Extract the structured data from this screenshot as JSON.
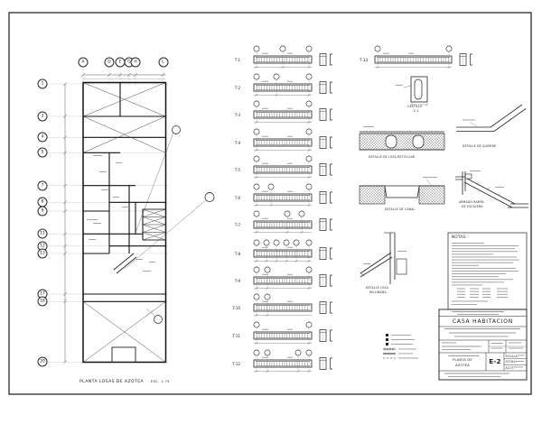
{
  "plan": {
    "caption": "PLANTA LOSAS DE AZOTEA",
    "scale_note": "ESC. 1:75",
    "column_grid": [
      "A",
      "D",
      "E",
      "G",
      "H",
      "L"
    ],
    "row_grid": [
      "1",
      "3",
      "4",
      "5",
      "7",
      "8",
      "9",
      "11",
      "12",
      "13",
      "17",
      "18",
      "20"
    ]
  },
  "beams": {
    "items": [
      {
        "label": "T-1"
      },
      {
        "label": "T-2"
      },
      {
        "label": "T-3"
      },
      {
        "label": "T-4"
      },
      {
        "label": "T-5"
      },
      {
        "label": "T-6"
      },
      {
        "label": "T-7"
      },
      {
        "label": "T-8"
      },
      {
        "label": "T-9"
      },
      {
        "label": "T-10"
      },
      {
        "label": "T-11"
      },
      {
        "label": "T-12"
      }
    ],
    "extra": {
      "label": "T-13"
    }
  },
  "details": {
    "castillo": {
      "line1": "CASTILLO",
      "line2": "C-1"
    },
    "reticular": {
      "label": "DETALLE DE LOSA RETICULAR"
    },
    "quiebre": {
      "label": "DETALLE DE QUIEBRE"
    },
    "canal": {
      "label": "DETALLE DE CANAL"
    },
    "rampa": {
      "line1": "ARMADO RAMPA",
      "line2": "DE ESCALERA"
    },
    "inclinada": {
      "line1": "DETALLE LOSA",
      "line2": "INCLINADA"
    }
  },
  "notes": {
    "title": "NOTAS:"
  },
  "title_block": {
    "project": "CASA HABITACION",
    "sheet_number": "E-2",
    "content_line1": "PLANTA DE",
    "content_line2": "AZOTEA",
    "field_escala": "ESCALA:",
    "field_fecha": "FECHA:",
    "field_acot": "ACOT:"
  },
  "colors": {
    "ink": "#1c1c1c",
    "faint": "#9a9a9a",
    "paper": "#ffffff"
  }
}
